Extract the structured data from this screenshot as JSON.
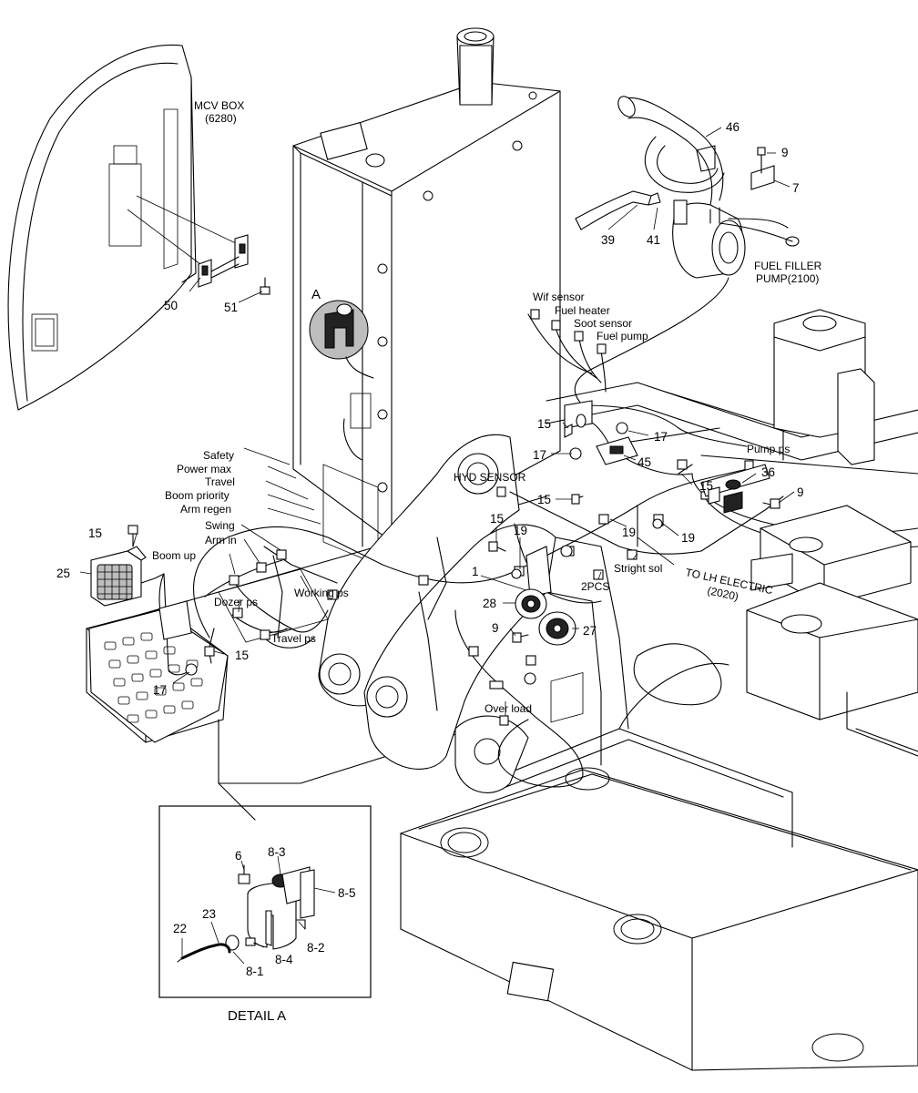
{
  "labels": {
    "mcv_box": "MCV BOX",
    "mcv_box_ref": "(6280)",
    "fuel_filler_1": "FUEL FILLER",
    "fuel_filler_2": "PUMP(2100)",
    "wif_sensor": "Wif sensor",
    "fuel_heater": "Fuel heater",
    "soot_sensor": "Soot sensor",
    "fuel_pump": "Fuel pump",
    "hyd_sensor": "HYD SENSOR",
    "pump_ps": "Pump ps",
    "safety": "Safety",
    "power_max": "Power max",
    "travel": "Travel",
    "boom_priority": "Boom priority",
    "arm_regen": "Arm regen",
    "swing": "Swing",
    "arm_in": "Arm in",
    "boom_up": "Boom up",
    "working_ps": "Working ps",
    "dozer_ps": "Dozer ps",
    "travel_ps": "Travel ps",
    "over_load": "Over load",
    "stright_sol": "Stright sol",
    "two_pcs": "2PCS",
    "to_lh_1": "TO LH ELECTRIC",
    "to_lh_2": "(2020)",
    "detail_marker": "A",
    "detail_title": "DETAIL  A"
  },
  "callouts": {
    "c46": "46",
    "c9a": "9",
    "c7": "7",
    "c39": "39",
    "c41": "41",
    "c50": "50",
    "c51": "51",
    "c15a": "15",
    "c17a": "17",
    "c17b": "17",
    "c45": "45",
    "c15b": "15",
    "c15c": "15",
    "c36": "36",
    "c9b": "9",
    "c15d": "15",
    "c19a": "19",
    "c19b": "19",
    "c19c": "19",
    "c15e": "15",
    "c25": "25",
    "c1": "1",
    "c28": "28",
    "c9c": "9",
    "c27": "27",
    "c15f": "15",
    "c17c": "17",
    "d6": "6",
    "d8_3": "8-3",
    "d8_5": "8-5",
    "d22": "22",
    "d23": "23",
    "d8_2": "8-2",
    "d8_4": "8-4",
    "d8_1": "8-1"
  }
}
